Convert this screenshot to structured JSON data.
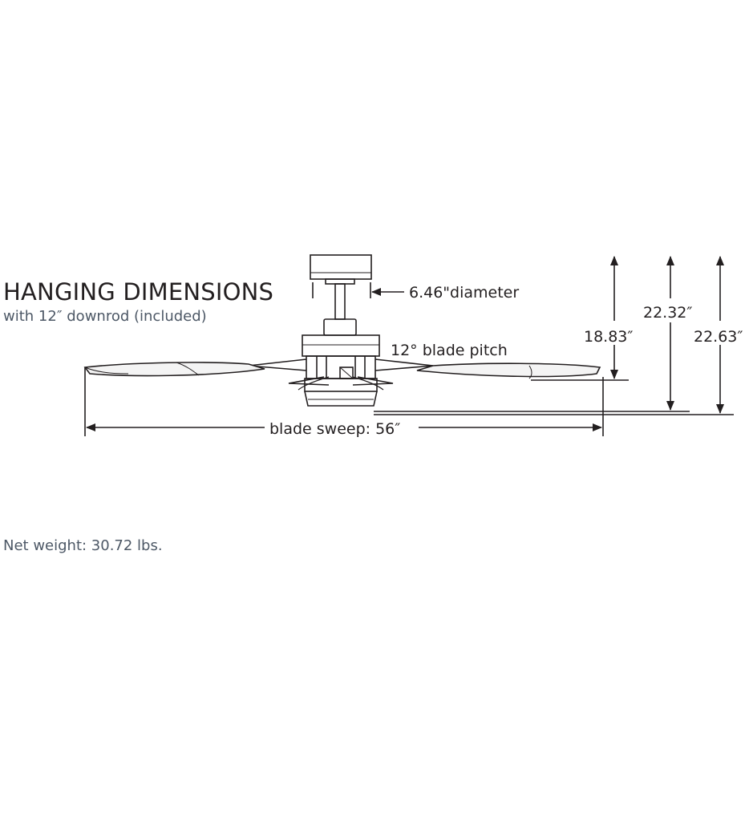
{
  "heading": {
    "title": "HANGING DIMENSIONS",
    "subtitle": "with 12″ downrod (included)"
  },
  "labels": {
    "diameter": "6.46\"diameter",
    "blade_pitch": "12° blade pitch",
    "height_1": "18.83″",
    "height_2": "22.32″",
    "height_3": "22.63″",
    "blade_sweep": "blade sweep: 56″"
  },
  "footer": {
    "net_weight": "Net weight: 30.72 lbs."
  }
}
